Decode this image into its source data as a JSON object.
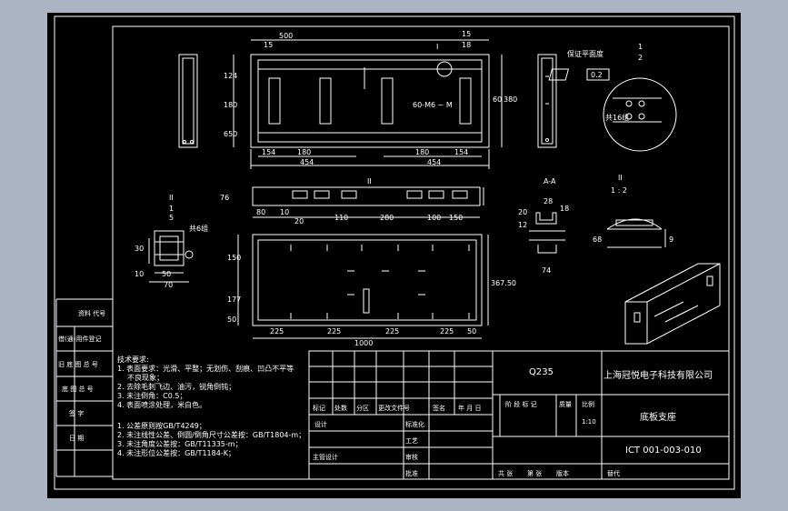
{
  "drawing": {
    "dims_top": [
      "500",
      "15",
      "15",
      "18"
    ],
    "dims_side": [
      "124",
      "180",
      "650",
      "60",
      "380"
    ],
    "dims_front_bottom": [
      "154",
      "180",
      "454",
      "180",
      "154",
      "454"
    ],
    "dims_ribbed": [
      "80",
      "10",
      "20",
      "110",
      "280",
      "100",
      "150",
      "76"
    ],
    "dims_bottom_plan": [
      "225",
      "225",
      "225",
      "225",
      "50",
      "1000"
    ],
    "dims_bottom_side": [
      "150",
      "177",
      "50",
      "367.50"
    ],
    "dims_detail_left": [
      "30",
      "10",
      "50",
      "70"
    ],
    "dims_section_aa": [
      "20",
      "12",
      "28",
      "74",
      "18"
    ],
    "dims_detail_right": [
      "68",
      "9"
    ],
    "flatness_label": "保证平面度",
    "tolerance_value": "0.2",
    "fraction_1_2": [
      "1",
      "2"
    ],
    "fraction_1_5": [
      "1",
      "5"
    ],
    "scale_ii": [
      "II",
      "1 : 2"
    ],
    "label_ii": "II",
    "label_i": "I",
    "label_aa": "A-A",
    "hole_note": "共6组",
    "hole_note_big": "共16组",
    "thread_note": "60-M6 ~ M"
  },
  "notes": {
    "title": "技术要求:",
    "lines": [
      "1. 表面要求：光滑、平整；无划伤、刮痕、凹凸不平等",
      "不良现象；",
      "2. 去除毛刺飞边、油污，锐角倒钝；",
      "3. 未注倒角：C0.5；",
      "4. 表面喷涂处理，米白色。",
      "1. 公差原则按GB/T4249；",
      "2. 未注线性公差、倒圆/倒角尺寸公差按：GB/T1804-m；",
      "3. 未注角度公差按：GB/T11335-m；",
      "4. 未注形位公差按：GB/T1184-K；"
    ]
  },
  "left_strip": {
    "labels": [
      "资料 代号",
      "旧 底 图 总 号",
      "底 图 总 号",
      "签 字",
      "日 期",
      "借(通)用件登记"
    ]
  },
  "title_block": {
    "material": "Q235",
    "company": "上海冠悦电子科技有限公司",
    "part_name": "底板支座",
    "drawing_no": "ICT 001-003-010",
    "scale_value": "1:10",
    "header_cols": [
      "标记",
      "处数",
      "分区",
      "更改文件号",
      "签名",
      "年 月 日"
    ],
    "stage_cols": [
      "阶 段 标 记",
      "质量",
      "比例"
    ],
    "rows": [
      "设计",
      "标准化",
      "工艺",
      "审核",
      "主管设计",
      "批准"
    ],
    "bottom_row": [
      "共 张",
      "第 张",
      "版本",
      "替代"
    ]
  }
}
